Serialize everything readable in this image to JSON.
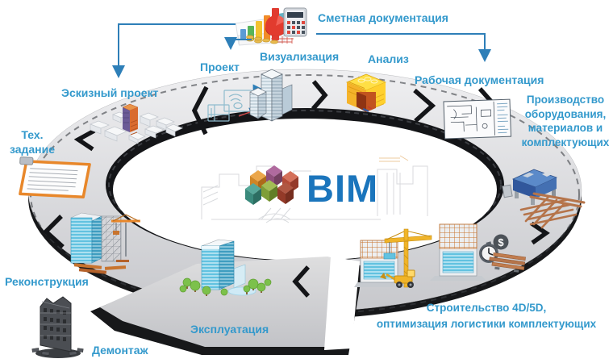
{
  "diagram": {
    "center": {
      "title": "BIM",
      "title_color": "#1b75bc",
      "logo": "bim-cubes-logo"
    },
    "label_color": "#3399cc",
    "arrow_color": "#2e7fb8",
    "ring_colors": {
      "band": "#d9dadc",
      "trim": "#141518",
      "highlight_orange": "#e8872a"
    },
    "stages": {
      "smeta": {
        "label": "Сметная документация",
        "icon": "chart-pie-calculator-icon"
      },
      "sketch": {
        "label": "Эскизный проект",
        "icon": "city-massing-model-icon"
      },
      "tech": {
        "label": "Тех.\nзадание",
        "icon": "clipboard-spec-icon"
      },
      "project": {
        "label": "Проект",
        "icon": "blueprint-sketch-icon"
      },
      "visualization": {
        "label": "Визуализация",
        "icon": "render-building-icon"
      },
      "analysis": {
        "label": "Анализ",
        "icon": "analysis-model-icon"
      },
      "workdocs": {
        "label": "Рабочая документация",
        "icon": "floor-plan-icon"
      },
      "production": {
        "label": "Производство\nоборудования,\nматериалов и\nкомплектующих",
        "icon": "factory-machine-pipes-icon"
      },
      "construction": {
        "label": "Строительство 4D/5D,\nоптимизация логистики комплектующих",
        "icon": "construction-site-crane-icon"
      },
      "operation": {
        "label": "Эксплуатация",
        "icon": "occupied-building-trees-icon"
      },
      "reconstruction": {
        "label": "Реконструкция",
        "icon": "scaffold-building-icon"
      },
      "demolition": {
        "label": "Демонтаж",
        "icon": "demolished-building-icon"
      }
    },
    "glyphs": {
      "dollar": "$"
    }
  }
}
